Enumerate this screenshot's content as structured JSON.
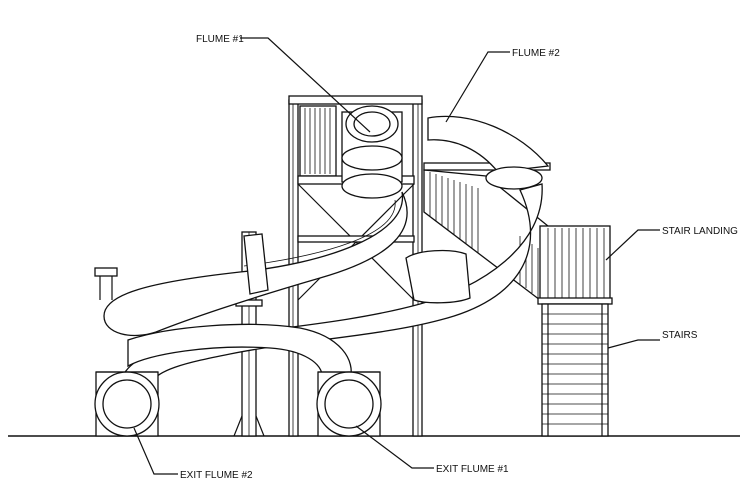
{
  "labels": {
    "flume1": "FLUME #1",
    "flume2": "FLUME #2",
    "stair_landing": "STAIR LANDING",
    "stairs": "STAIRS",
    "exit_flume2": "EXIT FLUME #2",
    "exit_flume1": "EXIT FLUME #1"
  }
}
